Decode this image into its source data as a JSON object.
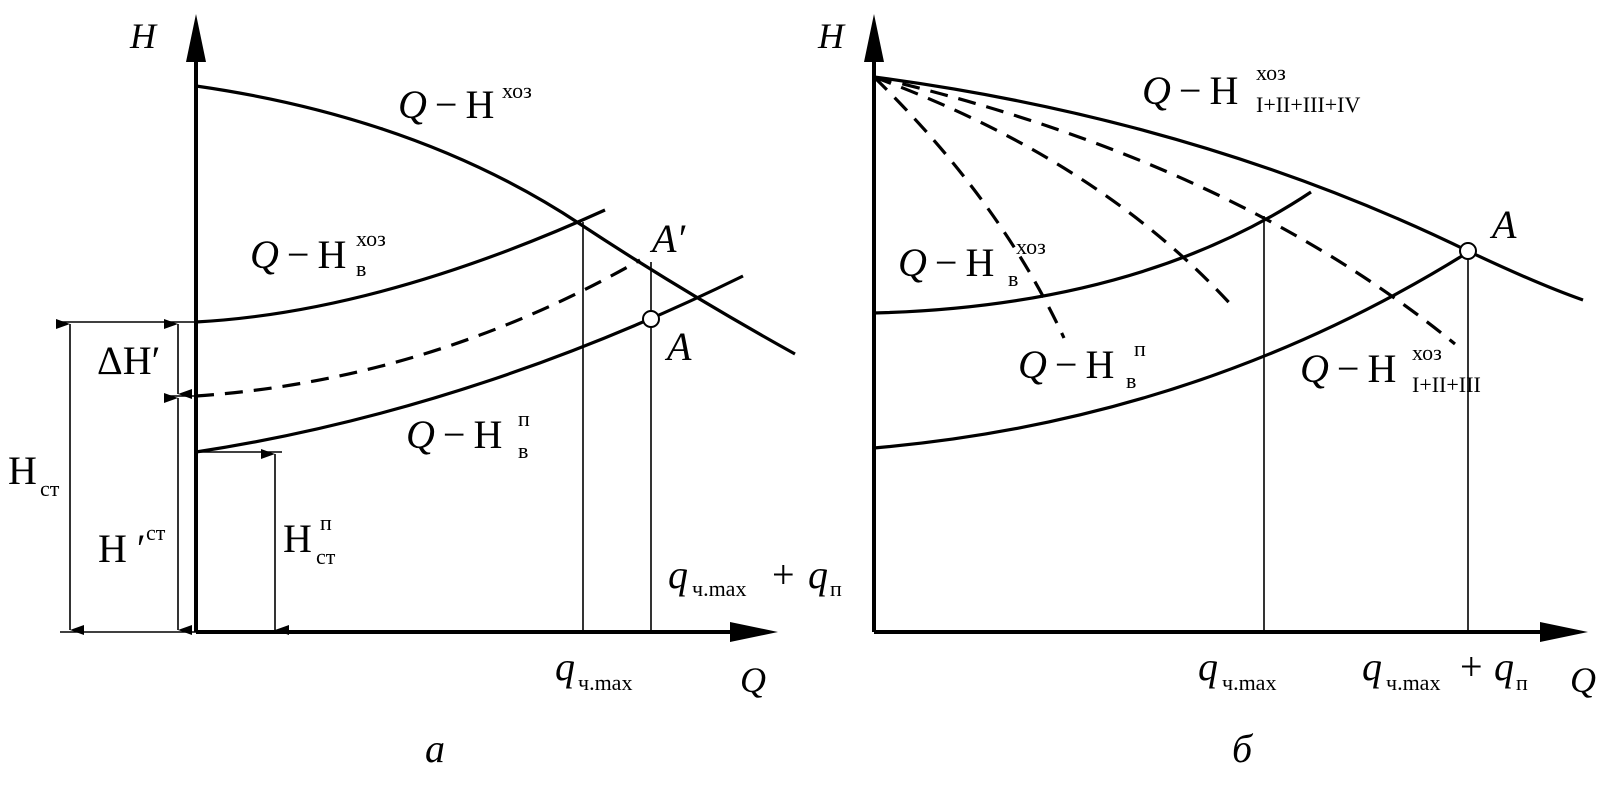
{
  "panel_a": {
    "y_axis_label": "H",
    "x_axis_label": "Q",
    "caption": "а",
    "curves": {
      "hoz": {
        "q": "Q",
        "dash": "−",
        "H": "H",
        "sup": "хоз",
        "sub": ""
      },
      "v_hoz": {
        "q": "Q",
        "dash": "−",
        "H": "H",
        "sup": "хоз",
        "sub": "в"
      },
      "v_p": {
        "q": "Q",
        "dash": "−",
        "H": "H",
        "sup": "п",
        "sub": "в"
      }
    },
    "points": {
      "a_prime": "A′",
      "a": "A"
    },
    "dims": {
      "delta_h": "ΔH′",
      "h_st_main": "H",
      "h_st_sub": "ст",
      "h_prime_main": "H ′",
      "h_prime_sup": "ст",
      "h_p_main": "H",
      "h_p_sup": "п",
      "h_p_sub": "ст"
    },
    "x_ticks": {
      "q_max": {
        "q": "q",
        "sub": "ч.max"
      },
      "q_sum": {
        "q1": "q",
        "sub1": "ч.max",
        "plus": "+",
        "q2": "q",
        "sub2": "п"
      }
    }
  },
  "panel_b": {
    "y_axis_label": "H",
    "x_axis_label": "Q",
    "caption": "б",
    "curves": {
      "hoz_all": {
        "q": "Q",
        "dash": "−",
        "H": "H",
        "sup": "хоз",
        "sub": "I+II+III+IV"
      },
      "hoz_123": {
        "q": "Q",
        "dash": "−",
        "H": "H",
        "sup": "хоз",
        "sub": "I+II+III"
      },
      "v_hoz": {
        "q": "Q",
        "dash": "−",
        "H": "H",
        "sup": "хоз",
        "sub": "в"
      },
      "v_p": {
        "q": "Q",
        "dash": "−",
        "H": "H",
        "sup": "п",
        "sub": "в"
      }
    },
    "points": {
      "a": "A"
    },
    "x_ticks": {
      "q_max": {
        "q": "q",
        "sub": "ч.max"
      },
      "q_sum": {
        "q1": "q",
        "sub1": "ч.max",
        "plus": "+",
        "q2": "q",
        "sub2": "п"
      }
    }
  }
}
